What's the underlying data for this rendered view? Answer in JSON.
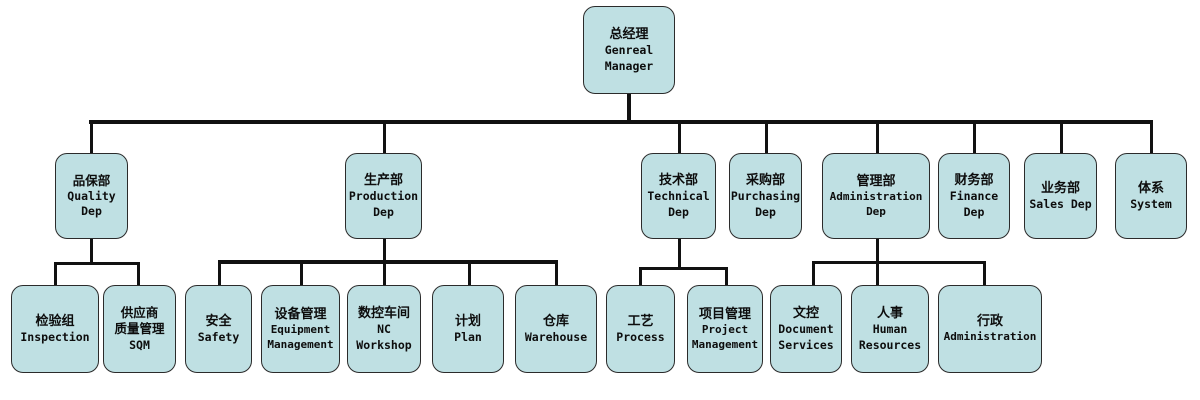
{
  "diagram": {
    "type": "organization-chart",
    "title": "Company Organization Chart",
    "style": {
      "node_fill": "#bfe0e3",
      "node_border": "#2b2b2b",
      "connector": "#111111",
      "background": "#ffffff"
    }
  },
  "nodes": {
    "gm": {
      "cn": "总经理",
      "en1": "Genreal",
      "en2": "Manager"
    },
    "quality": {
      "cn": "品保部",
      "en1": "Quality",
      "en2": "Dep"
    },
    "production": {
      "cn": "生产部",
      "en1": "Production",
      "en2": "Dep"
    },
    "technical": {
      "cn": "技术部",
      "en1": "Technical",
      "en2": "Dep"
    },
    "purchasing": {
      "cn": "采购部",
      "en1": "Purchasing",
      "en2": "Dep"
    },
    "administration": {
      "cn": "管理部",
      "en1": "Administration",
      "en2": "Dep"
    },
    "finance": {
      "cn": "财务部",
      "en1": "Finance",
      "en2": "Dep"
    },
    "sales": {
      "cn": "业务部",
      "en1": "Sales Dep",
      "en2": ""
    },
    "system": {
      "cn": "体系",
      "en1": "System",
      "en2": ""
    },
    "inspection": {
      "cn": "检验组",
      "en1": "Inspection",
      "en2": ""
    },
    "sqm": {
      "cn": "供应商",
      "cn2": "质量管理",
      "en1": "SQM",
      "en2": ""
    },
    "safety": {
      "cn": "安全",
      "en1": "Safety",
      "en2": ""
    },
    "equipment": {
      "cn": "设备管理",
      "en1": "Equipment",
      "en2": "Management"
    },
    "ncworkshop": {
      "cn": "数控车间",
      "en1": "NC",
      "en2": "Workshop"
    },
    "plan": {
      "cn": "计划",
      "en1": "Plan",
      "en2": ""
    },
    "warehouse": {
      "cn": "仓库",
      "en1": "Warehouse",
      "en2": ""
    },
    "process": {
      "cn": "工艺",
      "en1": "Process",
      "en2": ""
    },
    "project": {
      "cn": "项目管理",
      "en1": "Project",
      "en2": "Management"
    },
    "document": {
      "cn": "文控",
      "en1": "Document",
      "en2": "Services"
    },
    "hr": {
      "cn": "人事",
      "en1": "Human",
      "en2": "Resources"
    },
    "admin": {
      "cn": "行政",
      "en1": "Administration",
      "en2": ""
    }
  }
}
